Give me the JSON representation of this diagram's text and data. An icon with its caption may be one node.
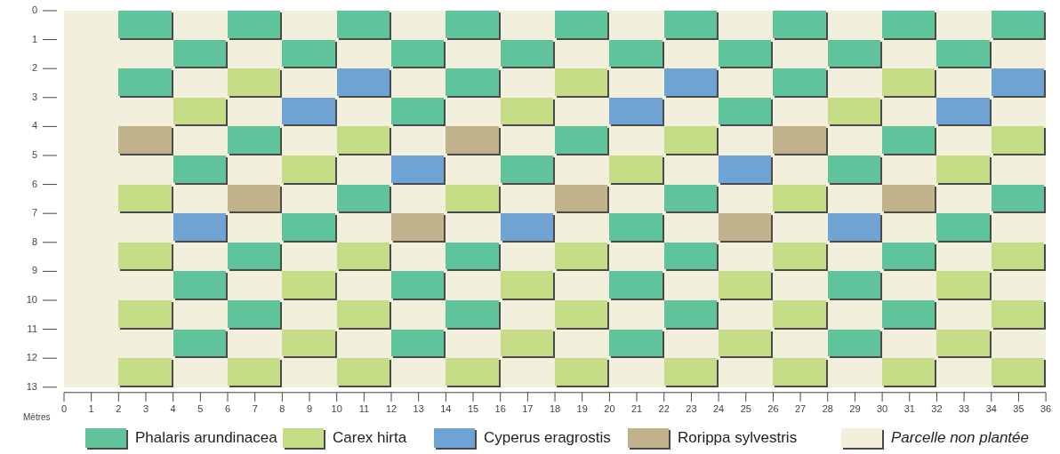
{
  "diagram": {
    "labels": [
      "0",
      "1",
      "2",
      "3",
      "4",
      "5",
      "6",
      "7",
      "8",
      "9",
      "10",
      "11",
      "12",
      "13",
      "0",
      "1",
      "2",
      "3",
      "4",
      "5",
      "6",
      "7",
      "8",
      "9",
      "10",
      "11",
      "12",
      "13",
      "14",
      "15",
      "16",
      "17",
      "18",
      "19",
      "20",
      "21",
      "22",
      "23",
      "24",
      "25",
      "26",
      "27",
      "28",
      "29",
      "30",
      "31",
      "32",
      "33",
      "34",
      "35",
      "36",
      "Mètres"
    ],
    "legend": [
      {
        "text": "Phalaris arundinacea",
        "color": "#5fc39b"
      },
      {
        "text": "Carex hirta",
        "color": "#c6dd88"
      },
      {
        "text": "Cyperus eragrostis",
        "color": "#6fa3d4"
      },
      {
        "text": "Rorippa sylvestris",
        "color": "#c2b28b"
      },
      {
        "text": "Parcelle non plantée",
        "color": "#f2efdc"
      }
    ]
  }
}
